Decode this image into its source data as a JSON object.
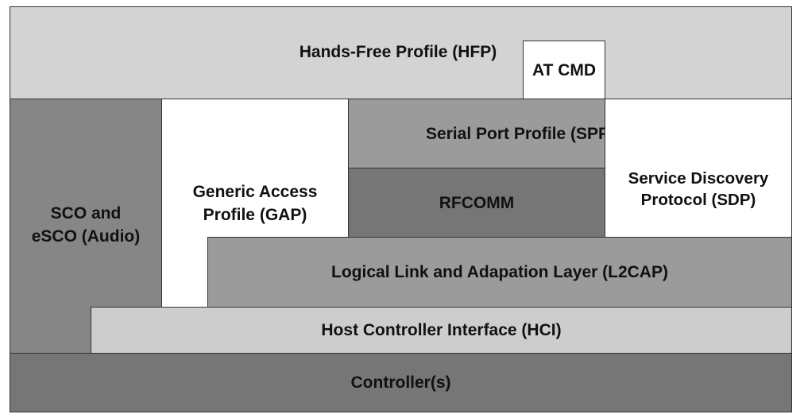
{
  "diagram": {
    "blocks": {
      "hfp": {
        "label": "Hands-Free Profile (HFP)",
        "color": "#d3d3d3"
      },
      "at_cmd": {
        "label": "AT CMD",
        "color": "#ffffff"
      },
      "sco": {
        "label": "SCO and\neSCO (Audio)",
        "color": "#868686"
      },
      "gap": {
        "label": "Generic Access\nProfile (GAP)",
        "color": "#ffffff"
      },
      "spp": {
        "label": "Serial Port Profile (SPP)",
        "color": "#9b9b9b"
      },
      "rfcomm": {
        "label": "RFCOMM",
        "color": "#767676"
      },
      "sdp": {
        "label": "Service Discovery\nProtocol (SDP)",
        "color": "#ffffff"
      },
      "l2cap": {
        "label": "Logical Link and Adapation Layer (L2CAP)",
        "color": "#9b9b9b"
      },
      "hci": {
        "label": "Host Controller Interface (HCI)",
        "color": "#cdcdcd"
      },
      "controller": {
        "label": "Controller(s)",
        "color": "#767676"
      }
    }
  }
}
